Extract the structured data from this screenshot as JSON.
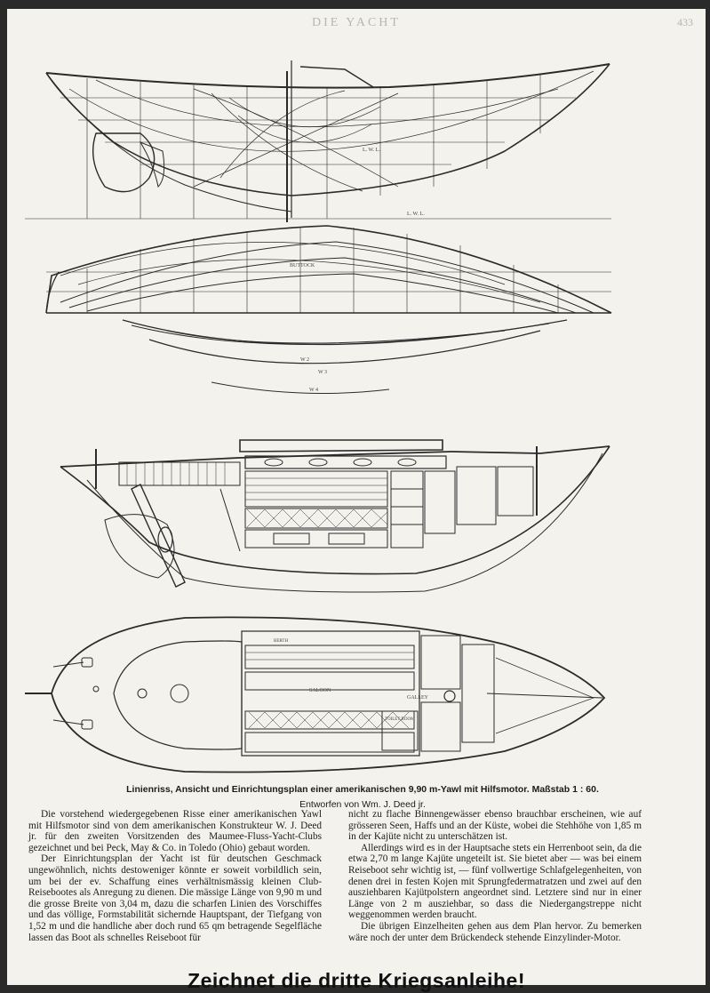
{
  "running_head": "DIE YACHT",
  "page_number": "433",
  "drawing_labels": {
    "lwl": "L. W. L.",
    "w2": "W 2",
    "w3": "W 3",
    "w4": "W 4",
    "butt": "BUTTOCK",
    "saloon": "SALOON",
    "galley": "GALLEY",
    "toilet": "TOILET ROOM",
    "berth": "BERTH"
  },
  "caption": {
    "title": "Linienriss, Ansicht und Einrichtungsplan einer amerikanischen 9,90 m-Yawl mit Hilfsmotor.",
    "scale": "Maßstab 1 : 60.",
    "designer": "Entworfen von Wm. J. Deed jr."
  },
  "body": {
    "left": [
      "Die vorstehend wiedergegebenen Risse einer amerikanischen Yawl mit Hilfsmotor sind von dem amerikanischen Konstrukteur W. J. Deed jr. für den zweiten Vorsitzenden des Maumee-Fluss-Yacht-Clubs gezeichnet und bei Peck, May & Co. in Toledo (Ohio) gebaut worden.",
      "Der Einrichtungsplan der Yacht ist für deutschen Geschmack ungewöhnlich, nichts destoweniger könnte er soweit vorbildlich sein, um bei der ev. Schaffung eines verhältnismässig kleinen Club-Reisebootes als Anregung zu dienen. Die mässige Länge von 9,90 m und die grosse Breite von 3,04 m, dazu die scharfen Linien des Vorschiffes und das völlige, Formstabilität sichernde Hauptspant, der Tiefgang von 1,52 m und die handliche aber doch rund 65 qm betragende Segelfläche lassen das Boot als schnelles Reiseboot für"
    ],
    "right": [
      "nicht zu flache Binnengewässer ebenso brauchbar erscheinen, wie auf grösseren Seen, Haffs und an der Küste, wobei die Stehhöhe von 1,85 m in der Kajüte nicht zu unterschätzen ist.",
      "Allerdings wird es in der Hauptsache stets ein Herrenboot sein, da die etwa 2,70 m lange Kajüte ungeteilt ist. Sie bietet aber — was bei einem Reiseboot sehr wichtig ist, — fünf vollwertige Schlafgelegenheiten, von denen drei in festen Kojen mit Sprungfedermatratzen und zwei auf den ausziehbaren Kajütpolstern angeordnet sind. Letztere sind nur in einer Länge von 2 m ausziehbar, so dass die Niedergangstreppe nicht weggenommen werden braucht.",
      "Die übrigen Einzelheiten gehen aus dem Plan hervor. Zu bemerken wäre noch der unter dem Brückendeck stehende Einzylinder-Motor."
    ]
  },
  "slogan": "Zeichnet die dritte Kriegsanleihe!"
}
